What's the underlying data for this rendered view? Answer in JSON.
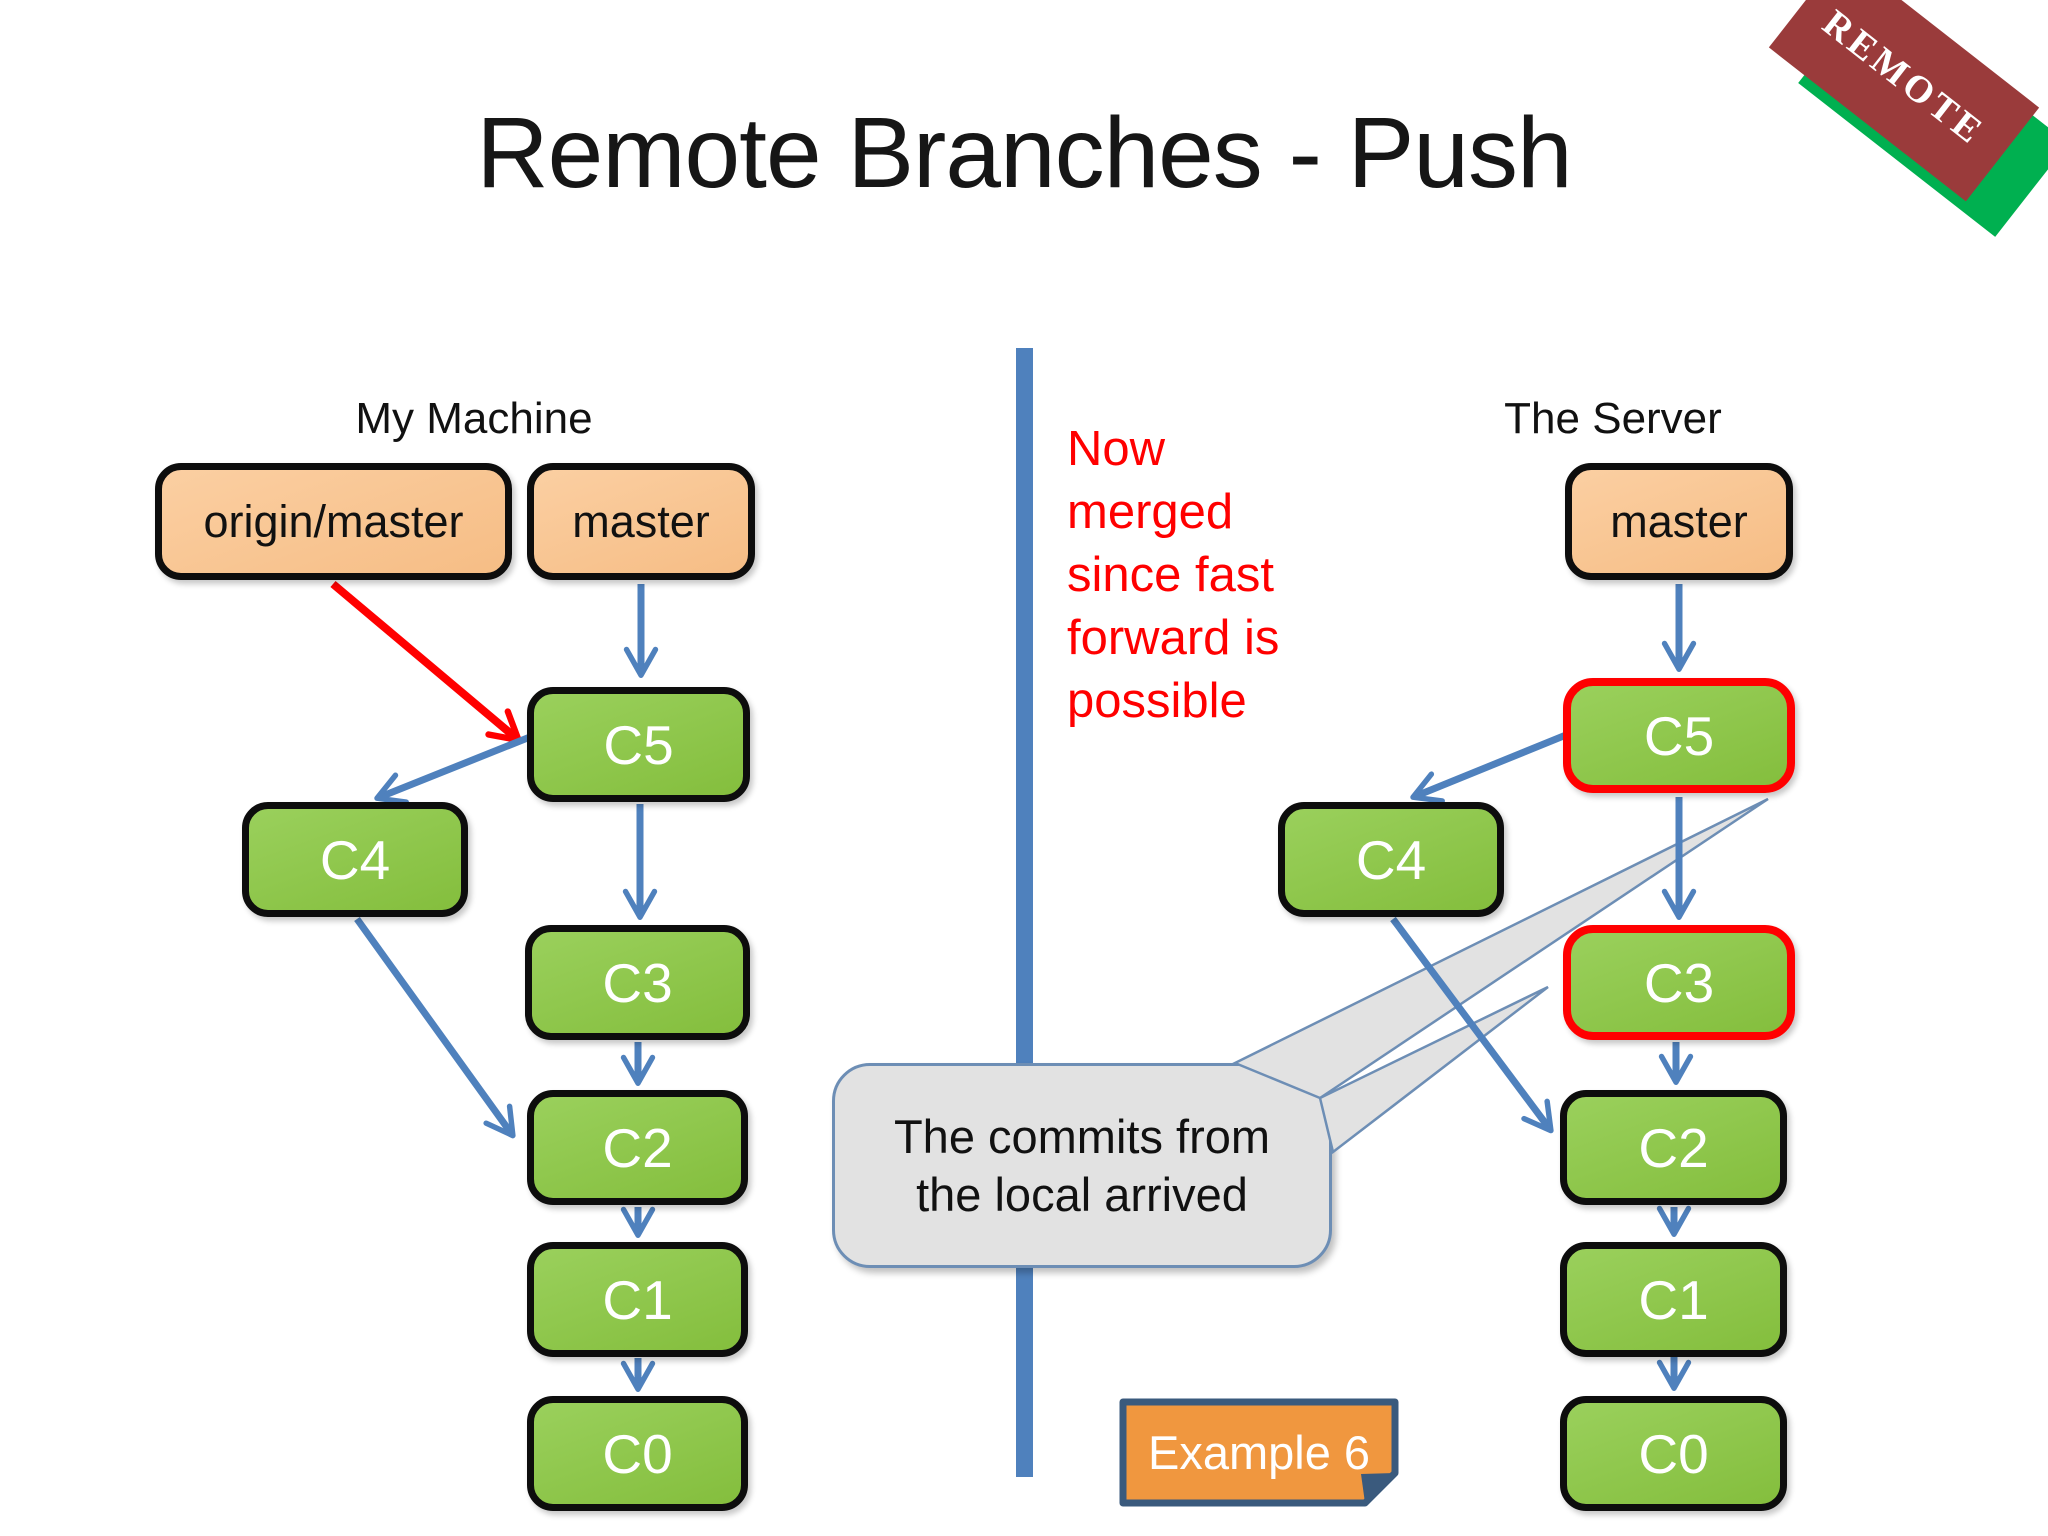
{
  "title": "Remote Branches - Push",
  "badge": {
    "label": "REMOTE"
  },
  "left": {
    "heading": "My Machine",
    "refs": [
      {
        "label": "origin/master"
      },
      {
        "label": "master"
      }
    ],
    "commits": [
      {
        "label": "C5"
      },
      {
        "label": "C4"
      },
      {
        "label": "C3"
      },
      {
        "label": "C2"
      },
      {
        "label": "C1"
      },
      {
        "label": "C0"
      }
    ]
  },
  "right": {
    "heading": "The Server",
    "refs": [
      {
        "label": "master"
      }
    ],
    "commits": [
      {
        "label": "C5"
      },
      {
        "label": "C4"
      },
      {
        "label": "C3"
      },
      {
        "label": "C2"
      },
      {
        "label": "C1"
      },
      {
        "label": "C0"
      }
    ]
  },
  "notes": {
    "merge_note": "Now\nmerged\nsince fast\nforward is\npossible",
    "callout": "The commits from\nthe local arrived",
    "example": "Example 6"
  },
  "colors": {
    "commit_green": "#8dc63f",
    "ref_peach": "#f9c490",
    "arrow_blue": "#4f81bd",
    "highlight_red": "#ff0000",
    "callout_gray": "#e2e2e2",
    "callout_border": "#6d8eb5",
    "example_orange": "#f0973f",
    "example_border": "#3a5a7d",
    "badge_maroon": "#9a3b3b",
    "badge_green": "#00b050"
  }
}
